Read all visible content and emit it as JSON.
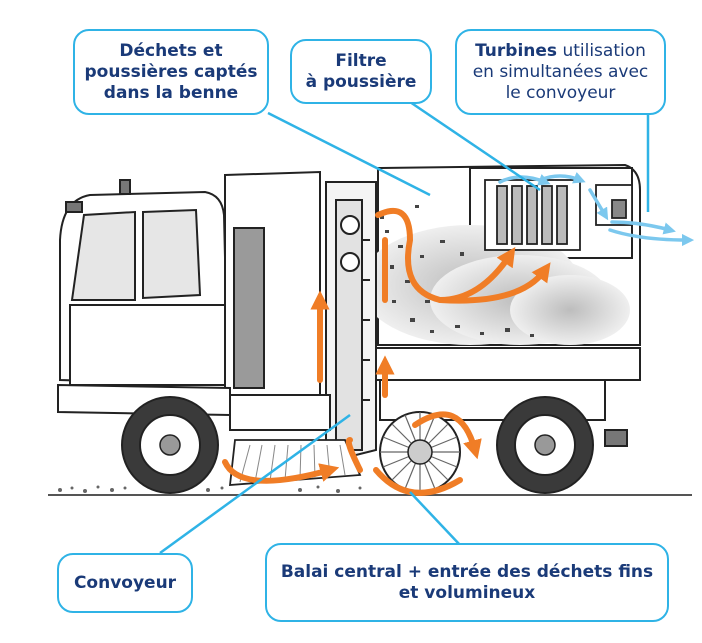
{
  "callouts": {
    "dechets": {
      "line1": "Déchets et",
      "line2": "poussières captés",
      "line3": "dans la benne"
    },
    "filtre": {
      "line1": "Filtre",
      "line2": "à poussière"
    },
    "turbines": {
      "bold": "Turbines",
      "rest1": " utilisation",
      "line2": "en simultanées avec",
      "line3": "le convoyeur"
    },
    "convoyeur": {
      "label": "Convoyeur"
    },
    "balai": {
      "line1": "Balai central + entrée des déchets fins",
      "line2": "et volumineux"
    }
  },
  "colors": {
    "callout_border": "#2fb3e6",
    "callout_text": "#1a3a78",
    "flow_arrow": "#f07d26",
    "air_flow": "#7cc8ee",
    "outline": "#222222"
  },
  "icons": [
    "street-sweeper-illustration",
    "orange-flow-arrow",
    "blue-air-arrow",
    "brush-icon",
    "wheel-icon"
  ]
}
